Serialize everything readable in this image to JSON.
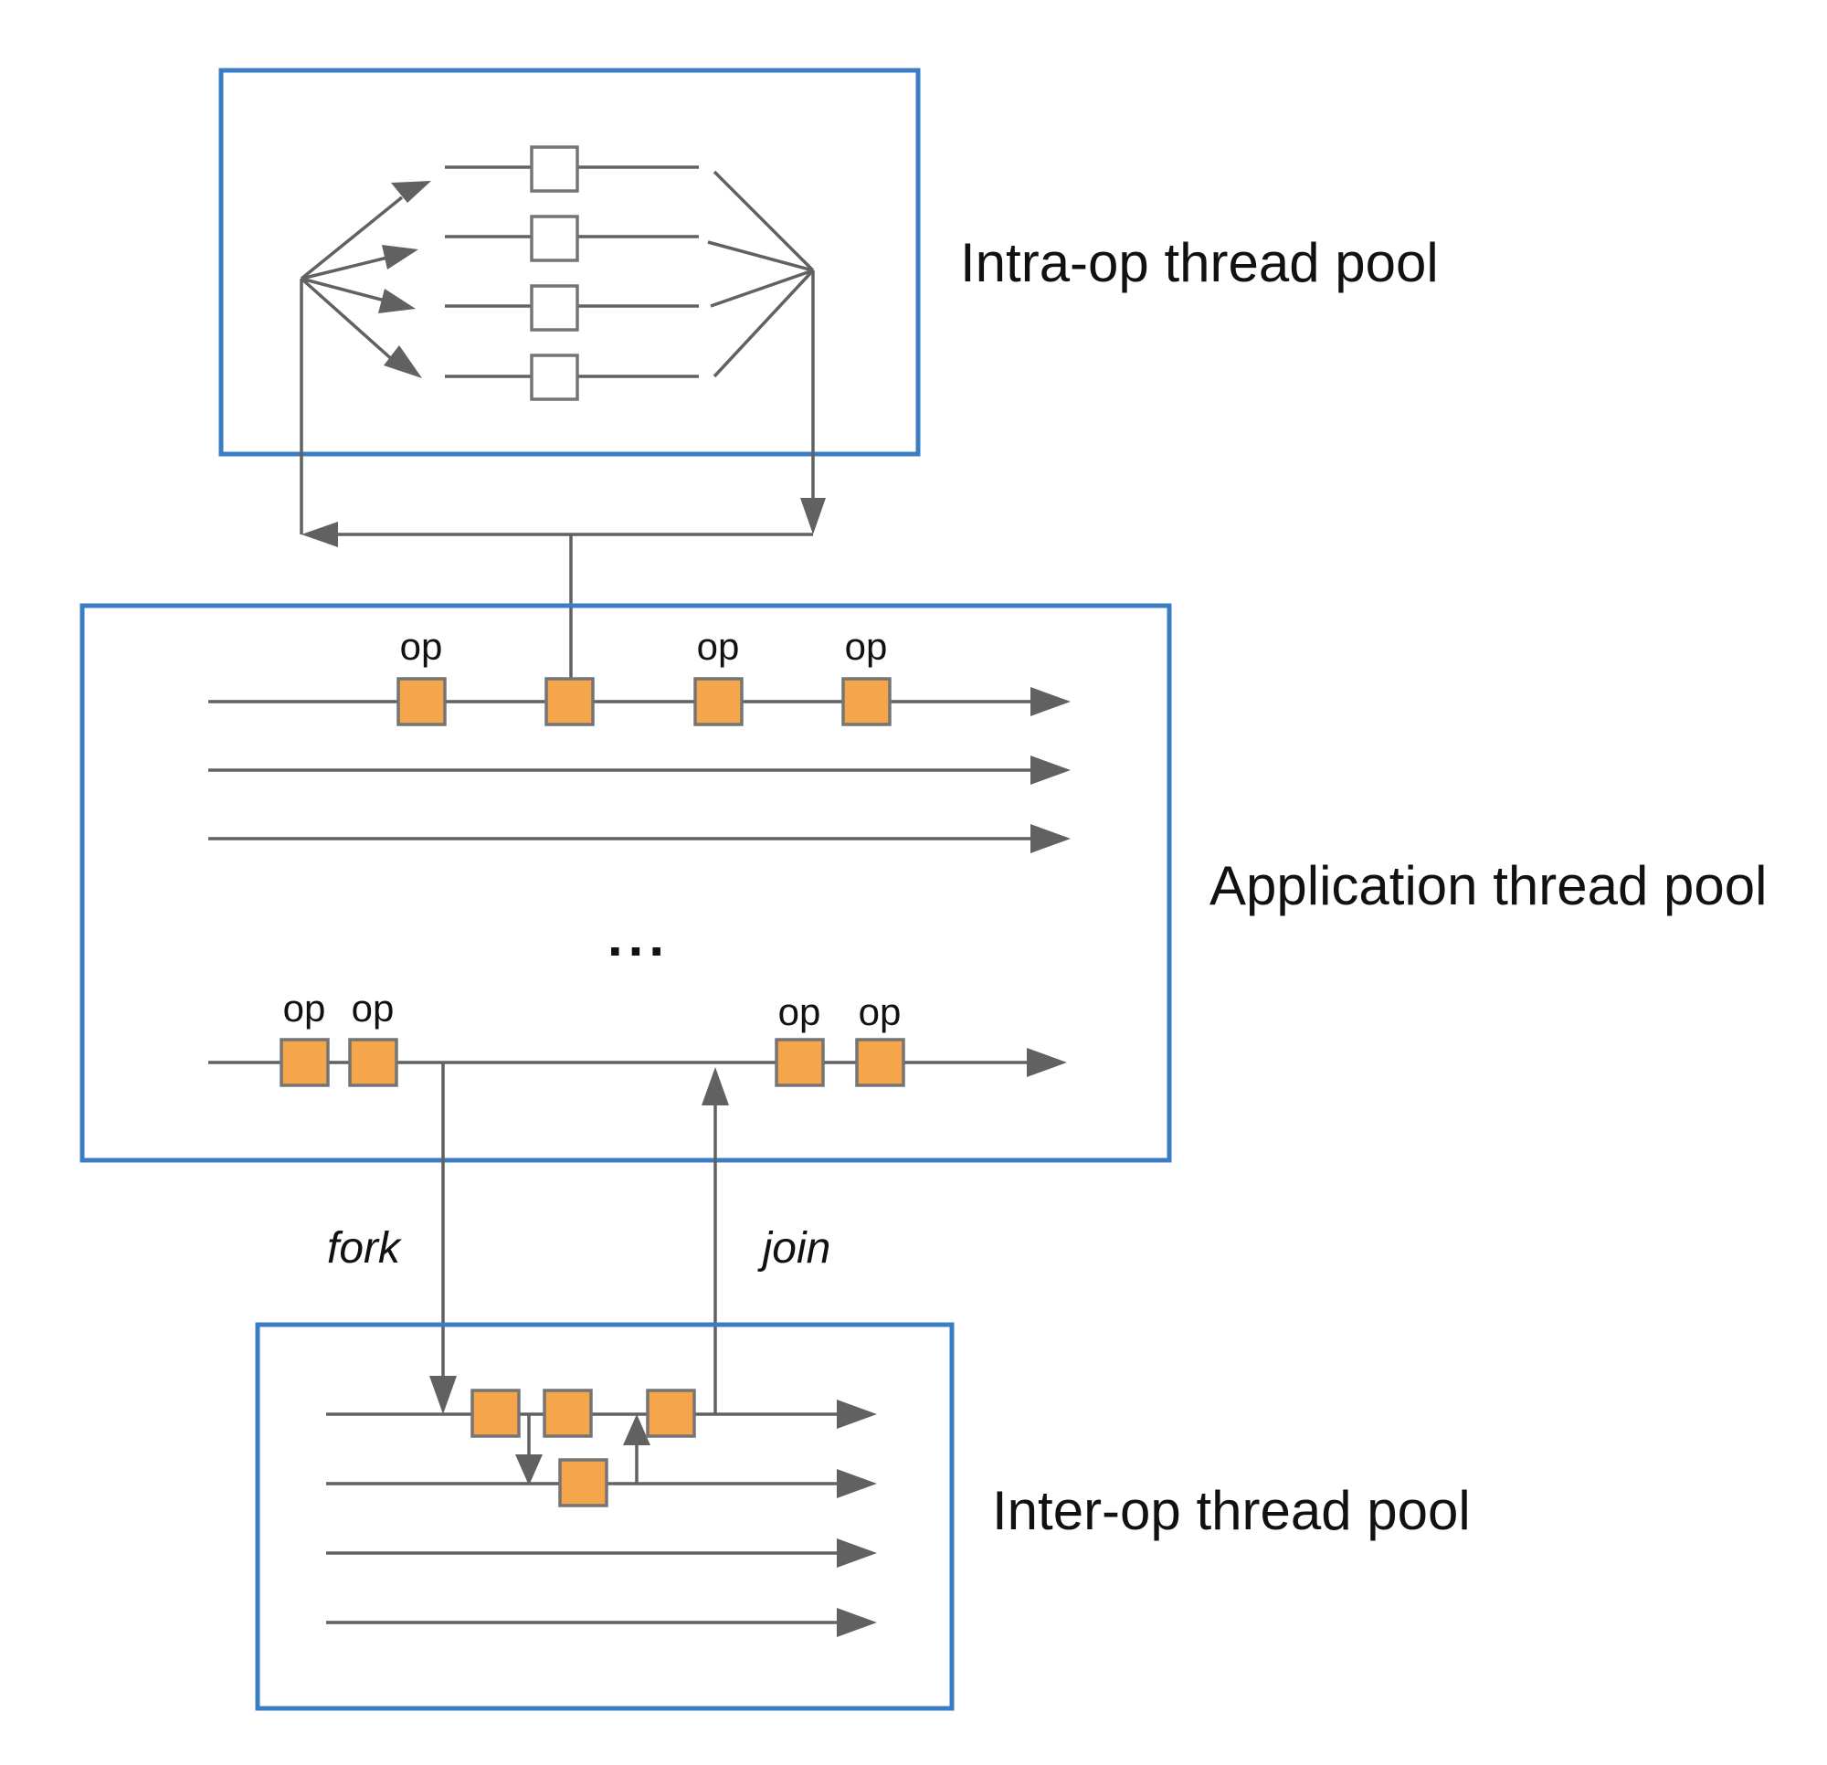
{
  "pools": {
    "intra_op": {
      "label": "Intra-op thread pool"
    },
    "application": {
      "label": "Application thread pool"
    },
    "inter_op": {
      "label": "Inter-op thread pool"
    }
  },
  "labels": {
    "op": "op",
    "ellipsis": "...",
    "fork": "fork",
    "join": "join"
  },
  "colors": {
    "box_border": "#3b7dc4",
    "op_fill": "#f6a64a",
    "line": "#616161"
  }
}
